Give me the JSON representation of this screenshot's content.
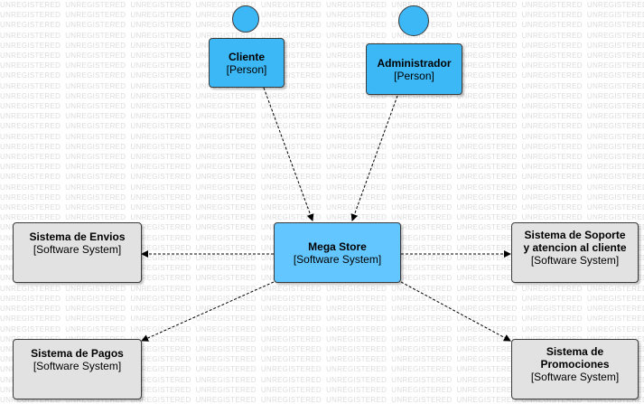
{
  "watermark": "UNREGISTERED",
  "colors": {
    "person": "#3cb8f7",
    "system": "#63c6ff",
    "external": "#e2e2e2",
    "border": "#3a3a3a",
    "link": "#000000"
  },
  "persons": {
    "cliente": {
      "name": "Cliente",
      "stereotype": "[Person]",
      "icon": "person-head-icon"
    },
    "administrador": {
      "name": "Administrador",
      "stereotype": "[Person]",
      "icon": "person-head-icon"
    }
  },
  "systems": {
    "mega_store": {
      "name": "Mega Store",
      "stereotype": "[Software System]"
    },
    "envios": {
      "name": "Sistema de Envios",
      "stereotype": "[Software System]"
    },
    "soporte": {
      "name_line1": "Sistema de Soporte",
      "name_line2": "y atencion al cliente",
      "stereotype": "[Software System]"
    },
    "pagos": {
      "name": "Sistema de Pagos",
      "stereotype": "[Software System]"
    },
    "promociones": {
      "name_line1": "Sistema de",
      "name_line2": "Promociones",
      "stereotype": "[Software System]"
    }
  }
}
